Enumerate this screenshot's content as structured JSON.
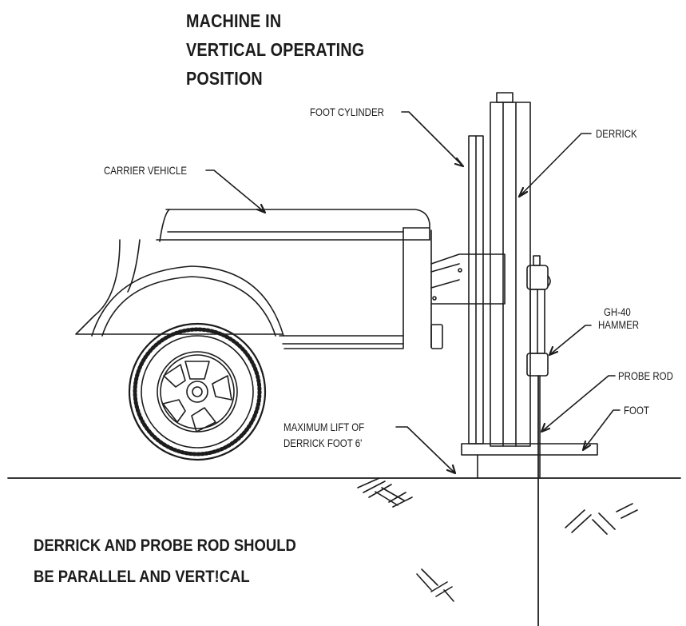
{
  "title": {
    "line1": "MACHINE IN",
    "line2": "VERTICAL OPERATING",
    "line3": "POSITION"
  },
  "labels": {
    "foot_cylinder": "FOOT CYLINDER",
    "derrick": "DERRICK",
    "carrier_vehicle": "CARRIER VEHICLE",
    "hammer_line1": "GH-40",
    "hammer_line2": "HAMMER",
    "probe_rod": "PROBE ROD",
    "foot": "FOOT",
    "max_lift_line1": "MAXIMUM LIFT OF",
    "max_lift_line2": "DERRICK FOOT 6'"
  },
  "note": {
    "line1": "DERRICK AND PROBE ROD SHOULD",
    "line2": "BE PARALLEL AND VERT!CAL"
  },
  "colors": {
    "ink": "#1c1c1c",
    "background": "#ffffff"
  }
}
